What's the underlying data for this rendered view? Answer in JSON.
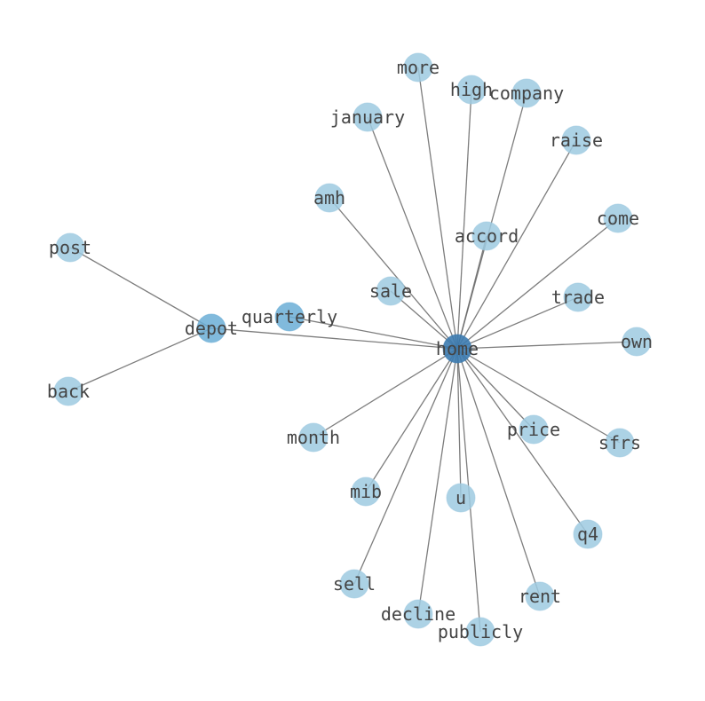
{
  "colors": {
    "node_default": "#9ecae1",
    "node_mid": "#6baed6",
    "node_hub": "#3c7bb0",
    "edge": "#666666",
    "label": "#444444"
  },
  "nodes": [
    {
      "id": "home",
      "label": "home",
      "level": "hub"
    },
    {
      "id": "depot",
      "label": "depot",
      "level": "mid"
    },
    {
      "id": "quarterly",
      "label": "quarterly",
      "level": "mid"
    },
    {
      "id": "post",
      "label": "post",
      "level": "default"
    },
    {
      "id": "back",
      "label": "back",
      "level": "default"
    },
    {
      "id": "more",
      "label": "more",
      "level": "default"
    },
    {
      "id": "high",
      "label": "high",
      "level": "default"
    },
    {
      "id": "company",
      "label": "company",
      "level": "default"
    },
    {
      "id": "january",
      "label": "january",
      "level": "default"
    },
    {
      "id": "raise",
      "label": "raise",
      "level": "default"
    },
    {
      "id": "amh",
      "label": "amh",
      "level": "default"
    },
    {
      "id": "come",
      "label": "come",
      "level": "default"
    },
    {
      "id": "accord",
      "label": "accord",
      "level": "default"
    },
    {
      "id": "sale",
      "label": "sale",
      "level": "default"
    },
    {
      "id": "trade",
      "label": "trade",
      "level": "default"
    },
    {
      "id": "own",
      "label": "own",
      "level": "default"
    },
    {
      "id": "month",
      "label": "month",
      "level": "default"
    },
    {
      "id": "price",
      "label": "price",
      "level": "default"
    },
    {
      "id": "sfrs",
      "label": "sfrs",
      "level": "default"
    },
    {
      "id": "mib",
      "label": "mib",
      "level": "default"
    },
    {
      "id": "u",
      "label": "u",
      "level": "default"
    },
    {
      "id": "q4",
      "label": "q4",
      "level": "default"
    },
    {
      "id": "sell",
      "label": "sell",
      "level": "default"
    },
    {
      "id": "rent",
      "label": "rent",
      "level": "default"
    },
    {
      "id": "decline",
      "label": "decline",
      "level": "default"
    },
    {
      "id": "publicly",
      "label": "publicly",
      "level": "default"
    }
  ],
  "edges": [
    [
      "post",
      "depot"
    ],
    [
      "back",
      "depot"
    ],
    [
      "depot",
      "home"
    ],
    [
      "quarterly",
      "home"
    ],
    [
      "more",
      "home"
    ],
    [
      "high",
      "home"
    ],
    [
      "company",
      "home"
    ],
    [
      "january",
      "home"
    ],
    [
      "raise",
      "home"
    ],
    [
      "amh",
      "home"
    ],
    [
      "come",
      "home"
    ],
    [
      "accord",
      "home"
    ],
    [
      "sale",
      "home"
    ],
    [
      "trade",
      "home"
    ],
    [
      "own",
      "home"
    ],
    [
      "month",
      "home"
    ],
    [
      "price",
      "home"
    ],
    [
      "sfrs",
      "home"
    ],
    [
      "mib",
      "home"
    ],
    [
      "u",
      "home"
    ],
    [
      "q4",
      "home"
    ],
    [
      "sell",
      "home"
    ],
    [
      "rent",
      "home"
    ],
    [
      "decline",
      "home"
    ],
    [
      "publicly",
      "home"
    ]
  ]
}
